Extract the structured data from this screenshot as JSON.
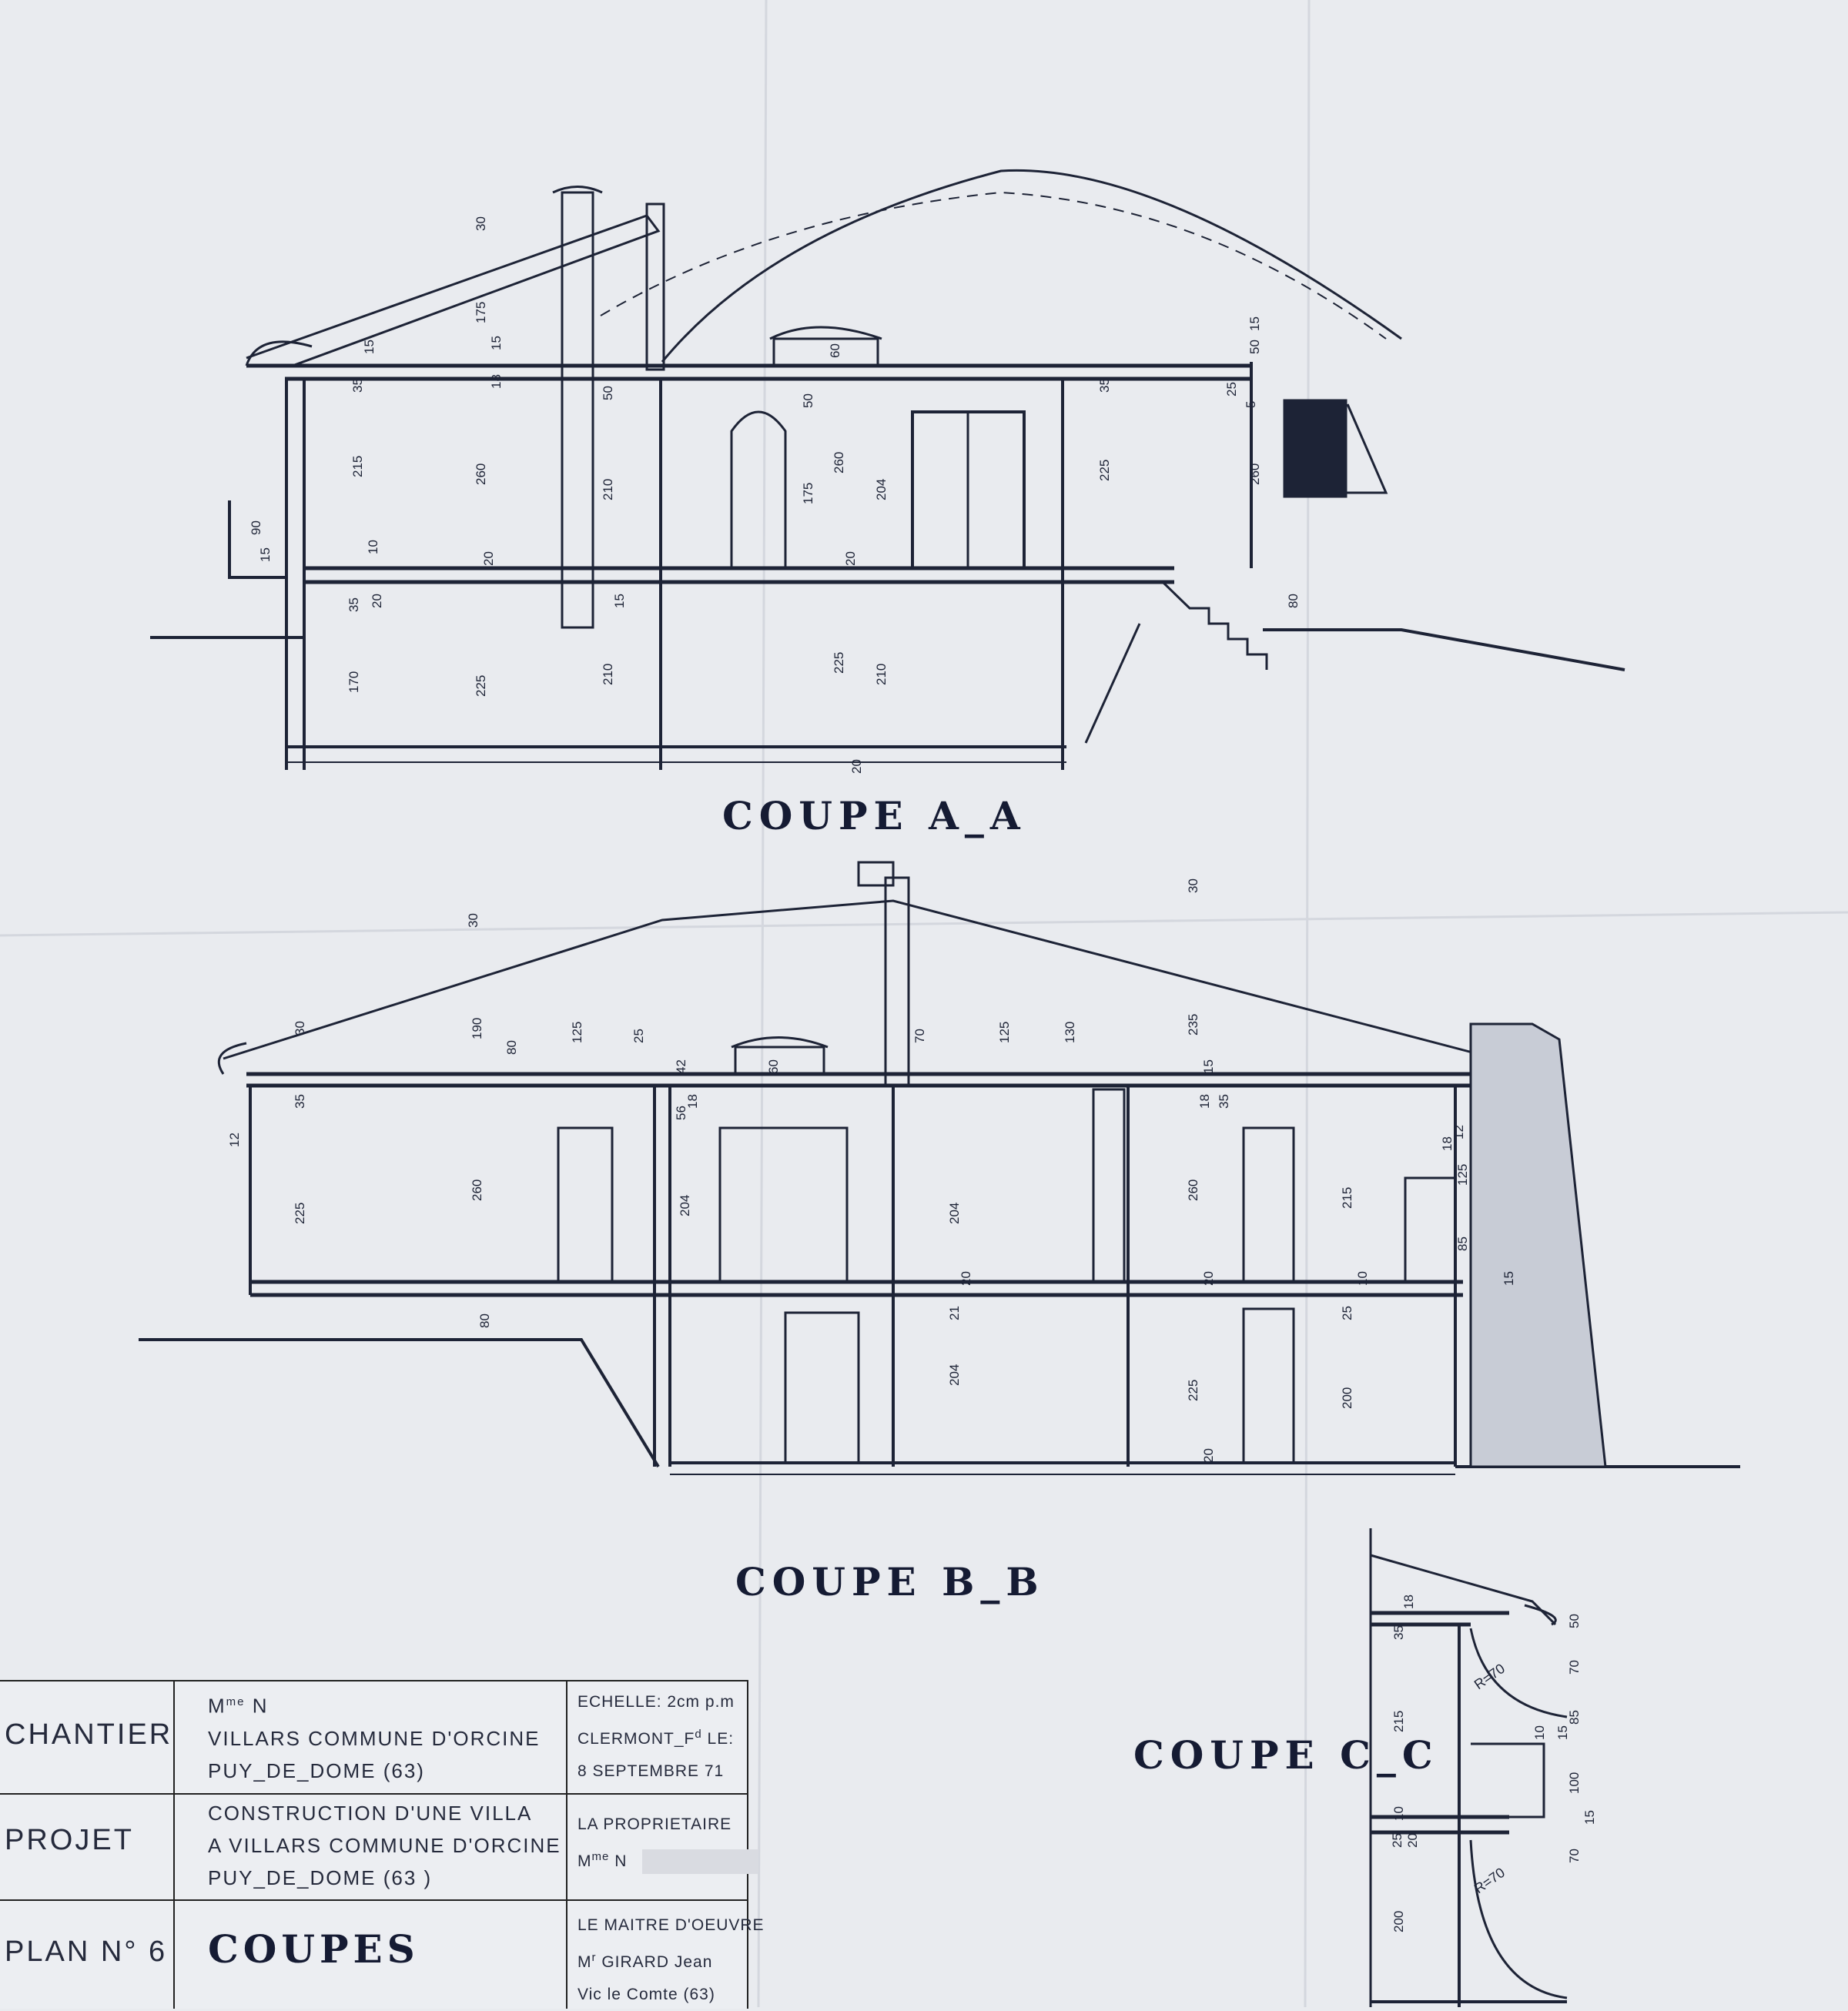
{
  "sections": {
    "aa": {
      "title": "COUPE A_A"
    },
    "bb": {
      "title": "COUPE B_B"
    },
    "cc": {
      "title": "COUPE C_C"
    }
  },
  "dimensions_aa": [
    "30",
    "175",
    "15",
    "15",
    "35",
    "18",
    "50",
    "50",
    "60",
    "35",
    "25",
    "5",
    "50",
    "15",
    "215",
    "260",
    "210",
    "175",
    "260",
    "204",
    "225",
    "260",
    "90",
    "15",
    "10",
    "20",
    "20",
    "35",
    "20",
    "15",
    "80",
    "170",
    "225",
    "210",
    "225",
    "210",
    "20"
  ],
  "dimensions_bb": [
    "30",
    "30",
    "190",
    "80",
    "125",
    "25",
    "42",
    "60",
    "70",
    "125",
    "130",
    "235",
    "30",
    "15",
    "35",
    "56",
    "18",
    "18",
    "35",
    "12",
    "225",
    "260",
    "204",
    "204",
    "260",
    "215",
    "12",
    "18",
    "125",
    "85",
    "15",
    "20",
    "20",
    "10",
    "80",
    "21",
    "204",
    "225",
    "25",
    "20",
    "200"
  ],
  "dimensions_cc": [
    "18",
    "35",
    "50",
    "70",
    "215",
    "85",
    "10",
    "15",
    "10",
    "100",
    "15",
    "25",
    "20",
    "70",
    "200"
  ],
  "radius_labels": [
    "R=70",
    "R=70"
  ],
  "cartouche": {
    "chantier": {
      "label": "CHANTIER",
      "client_prefix": "M",
      "client_sup": "me",
      "client_initial": "N",
      "line2": "VILLARS COMMUNE D'ORCINE",
      "line3": "PUY_DE_DOME (63)"
    },
    "projet": {
      "label": "PROJET",
      "line1": "CONSTRUCTION D'UNE VILLA",
      "line2": "A VILLARS COMMUNE D'ORCINE",
      "line3": "PUY_DE_DOME (63 )"
    },
    "plan": {
      "label": "PLAN N° 6",
      "name": "COUPES"
    },
    "info": {
      "scale": "ECHELLE: 2cm p.m",
      "place_prefix": "CLERMONT_F",
      "place_sup": "d",
      "place_suffix": " LE:",
      "date": "8 SEPTEMBRE 71"
    },
    "owner": {
      "label": "LA PROPRIETAIRE",
      "prefix": "M",
      "sup": "me",
      "initial": "N"
    },
    "architect": {
      "label": "LE MAITRE D'OEUVRE",
      "prefix": "M",
      "sup": "r",
      "name": "GIRARD Jean",
      "city": "Vic le Comte (63)"
    }
  },
  "colors": {
    "paper": "#e9ebef",
    "ink": "#1d2336"
  }
}
